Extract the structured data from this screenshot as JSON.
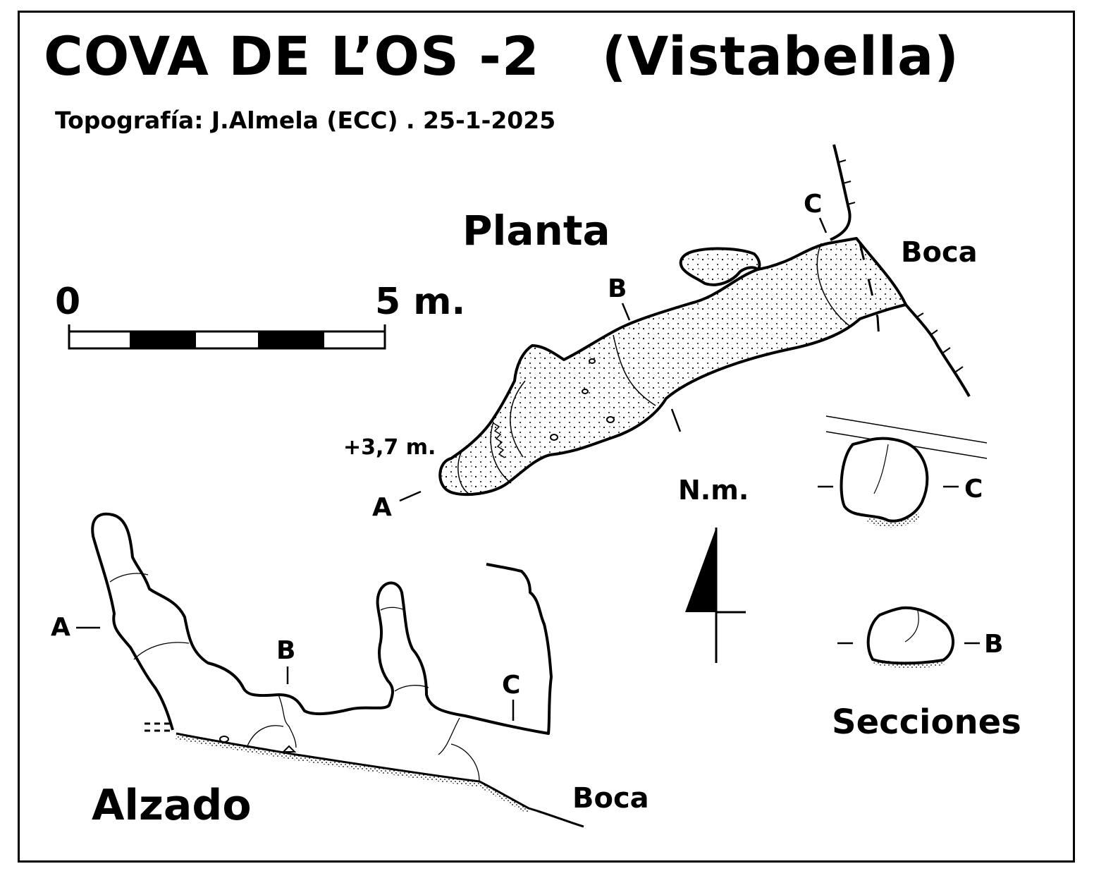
{
  "title": {
    "cave": "COVA DE L’OS -2",
    "location": "(Vistabella)"
  },
  "author": "Topografía: J.Almela (ECC) . 25-1-2025",
  "plan": {
    "heading": "Planta",
    "entrance": "Boca",
    "height_note": "+3,7 m.",
    "section_marks": {
      "a": "A",
      "b": "B",
      "c": "C"
    }
  },
  "elevation": {
    "heading": "Alzado",
    "entrance": "Boca",
    "section_marks": {
      "a": "A",
      "b": "B",
      "c": "C"
    }
  },
  "sections": {
    "heading": "Secciones",
    "items": [
      {
        "label": "C"
      },
      {
        "label": "B"
      }
    ]
  },
  "scale": {
    "start_label": "0",
    "end_label": "5 m.",
    "segments": 5
  },
  "north": {
    "label": "N.m."
  }
}
